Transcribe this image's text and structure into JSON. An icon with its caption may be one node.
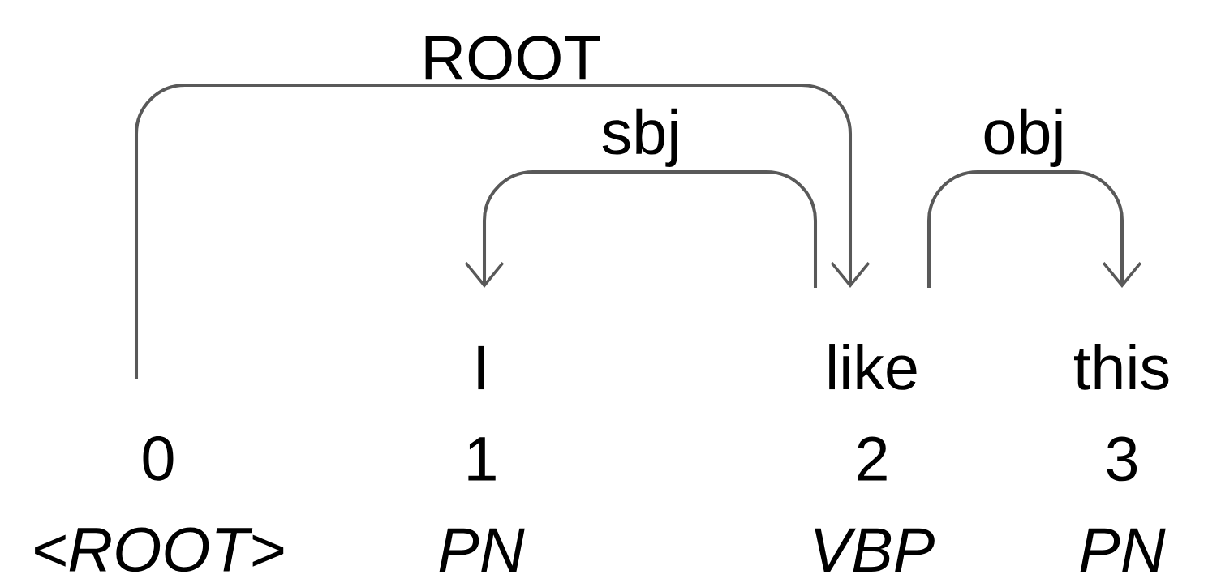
{
  "diagram": {
    "nodes": [
      {
        "text": [
          "0",
          "<ROOT>"
        ]
      },
      {
        "text": [
          "I",
          "1",
          "PN"
        ]
      },
      {
        "text": [
          "like",
          "2",
          "VBP"
        ]
      },
      {
        "text": [
          "this",
          "3",
          "PN"
        ]
      }
    ],
    "edges": [
      {
        "from": 0,
        "to": 2,
        "arrow": "to",
        "label": "ROOT"
      },
      {
        "from": 2,
        "to": 1,
        "arrow": "to",
        "label": "sbj"
      },
      {
        "from": 2,
        "to": 3,
        "arrow": "to",
        "label": "obj"
      }
    ]
  }
}
